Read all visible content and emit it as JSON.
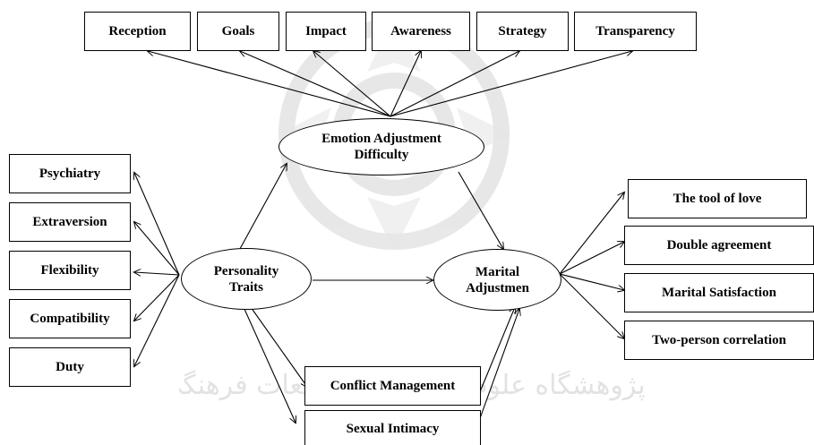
{
  "top_indicators": [
    "Reception",
    "Goals",
    "Impact",
    "Awareness",
    "Strategy",
    "Transparency"
  ],
  "left_indicators": [
    "Psychiatry",
    "Extraversion",
    "Flexibility",
    "Compatibility",
    "Duty"
  ],
  "right_indicators": [
    "The tool of love",
    "Double agreement",
    "Marital Satisfaction",
    "Two-person correlation"
  ],
  "bottom_boxes": [
    "Conflict Management",
    "Sexual Intimacy"
  ],
  "constructs": {
    "emotion": [
      "Emotion Adjustment",
      "Difficulty"
    ],
    "personality": [
      "Personality",
      "Traits"
    ],
    "marital": [
      "Marital",
      "Adjustmen"
    ]
  },
  "watermark": {
    "text": "پژوهشگاه علوم انسانی و مطالعات فرهنگی",
    "color": "#d8d8d8"
  }
}
